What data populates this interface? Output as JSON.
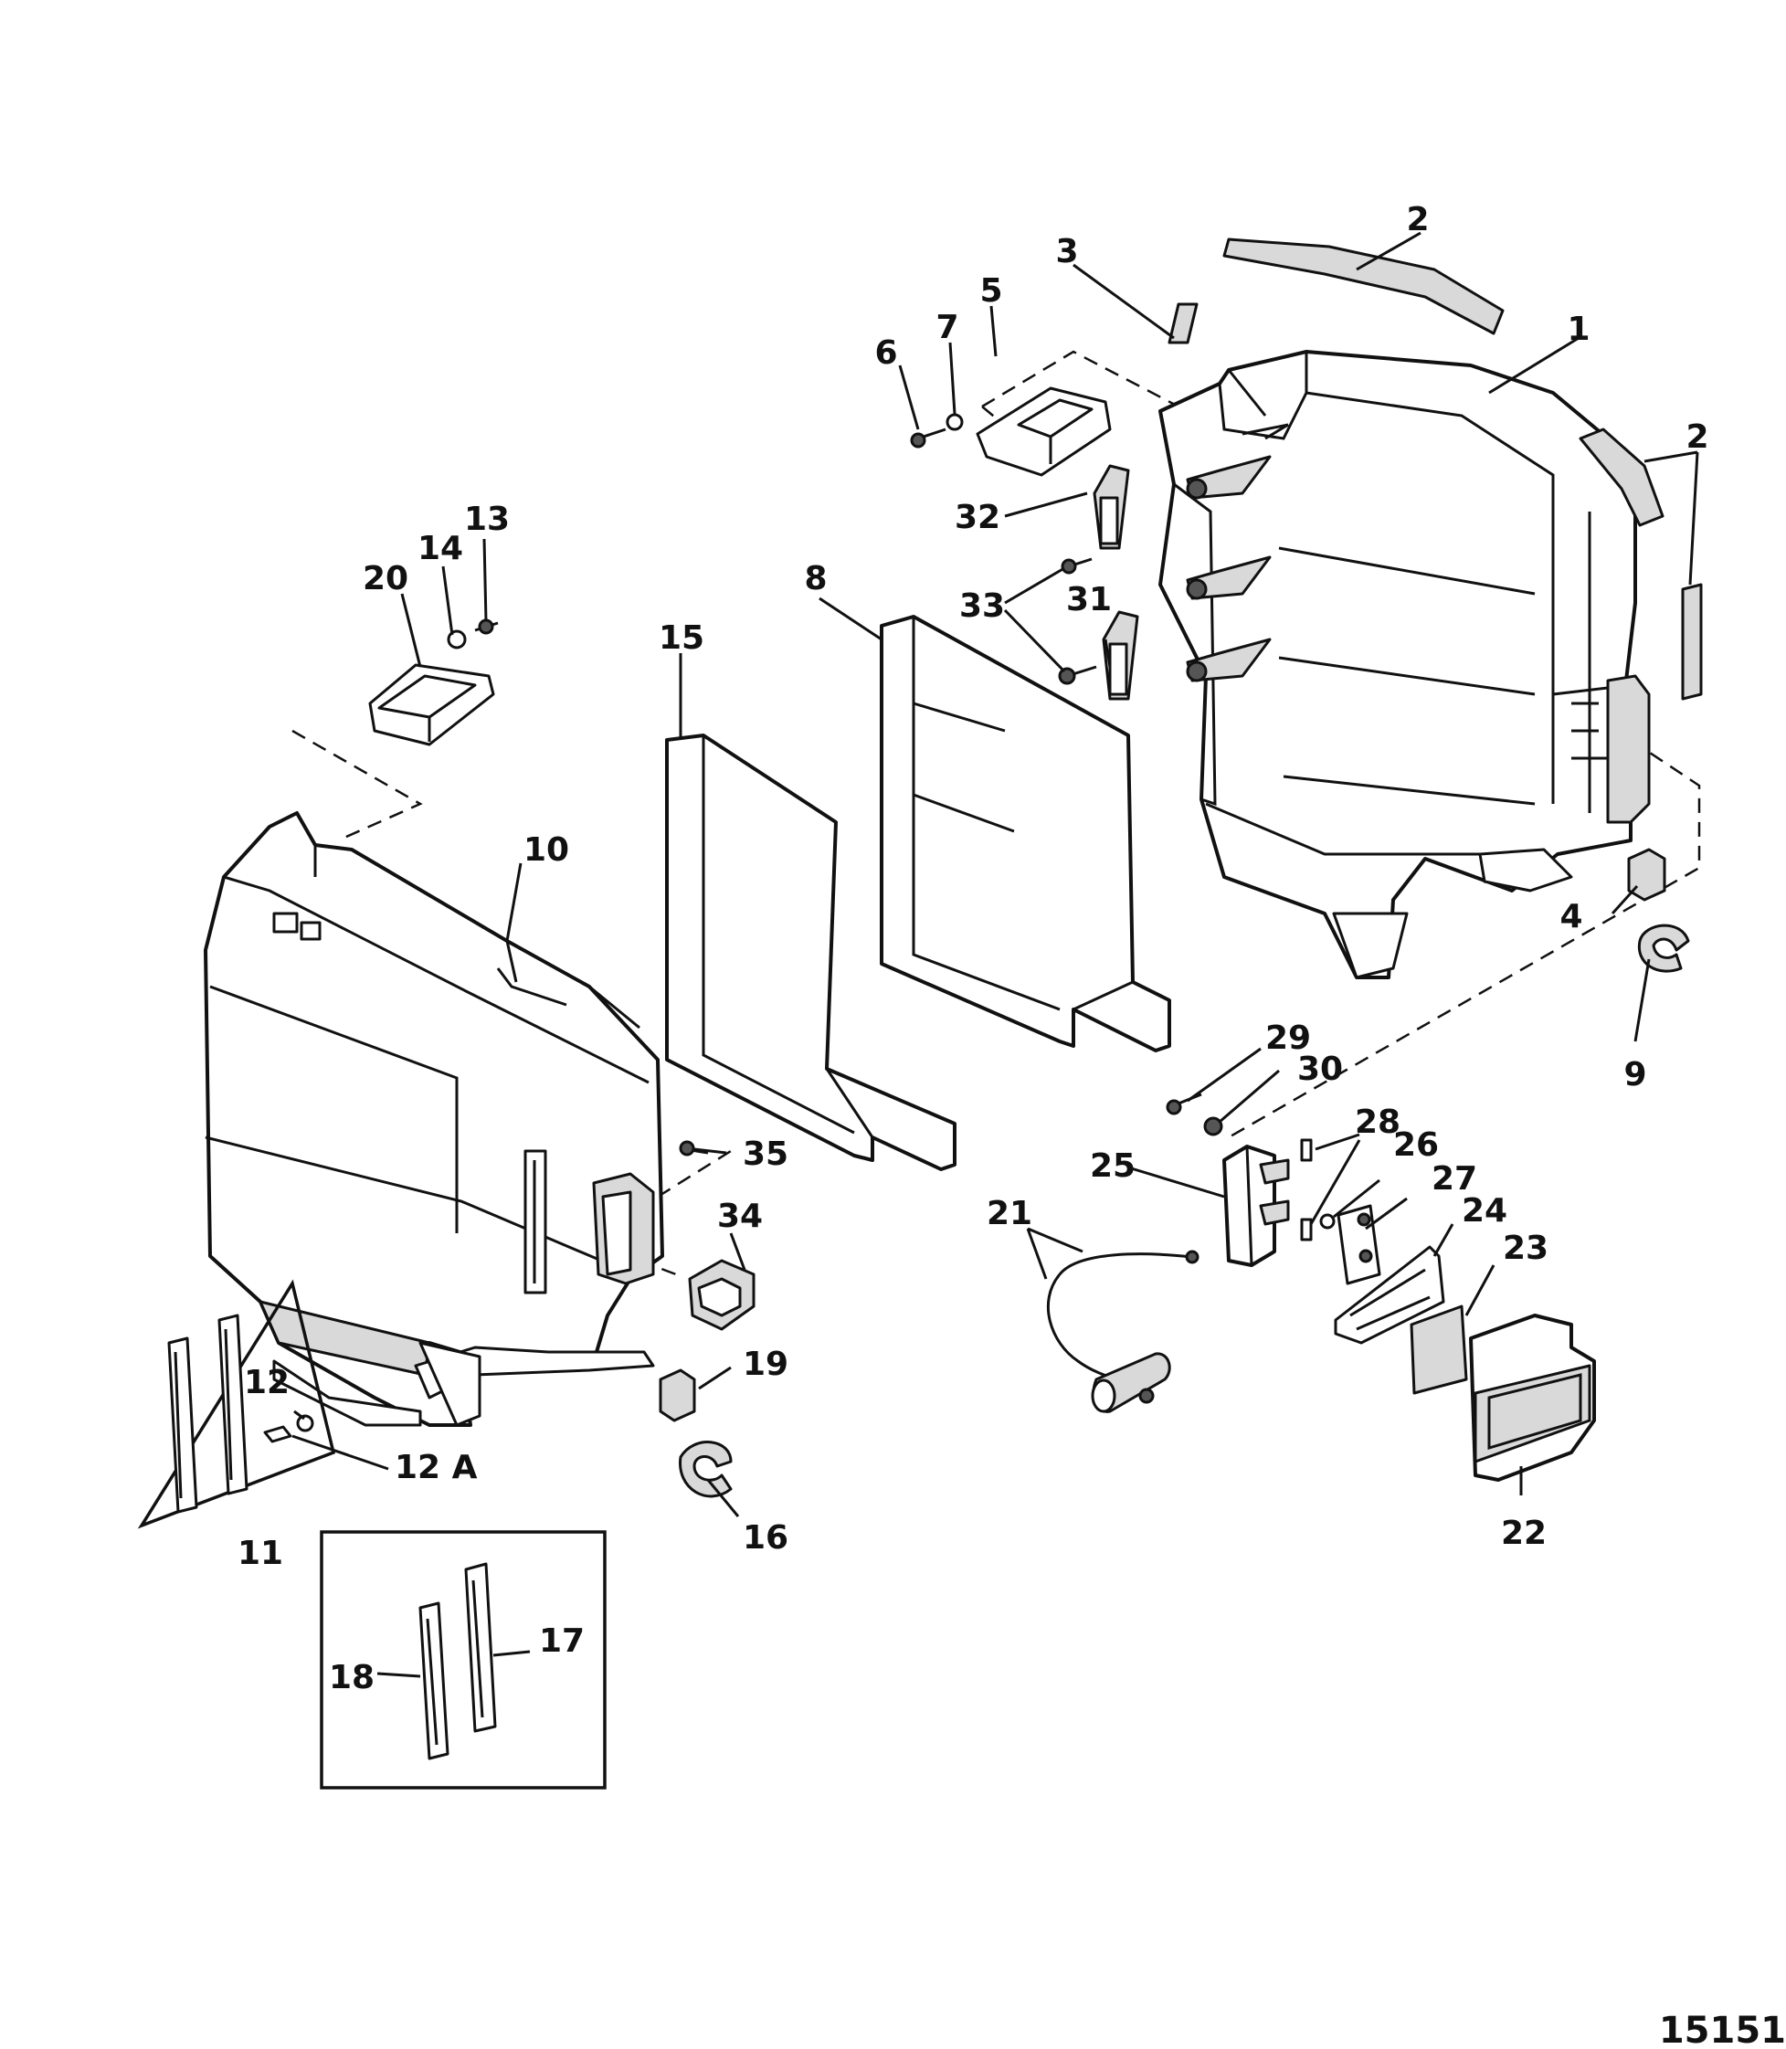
{
  "figure_number": "15151",
  "callouts": [
    {
      "id": "c1",
      "label": "1"
    },
    {
      "id": "c2a",
      "label": "2"
    },
    {
      "id": "c2b",
      "label": "2"
    },
    {
      "id": "c3",
      "label": "3"
    },
    {
      "id": "c4",
      "label": "4"
    },
    {
      "id": "c5",
      "label": "5"
    },
    {
      "id": "c6",
      "label": "6"
    },
    {
      "id": "c7",
      "label": "7"
    },
    {
      "id": "c8",
      "label": "8"
    },
    {
      "id": "c9",
      "label": "9"
    },
    {
      "id": "c10",
      "label": "10"
    },
    {
      "id": "c11",
      "label": "11"
    },
    {
      "id": "c12",
      "label": "12"
    },
    {
      "id": "c12a",
      "label": "12 A"
    },
    {
      "id": "c13",
      "label": "13"
    },
    {
      "id": "c14",
      "label": "14"
    },
    {
      "id": "c15",
      "label": "15"
    },
    {
      "id": "c16",
      "label": "16"
    },
    {
      "id": "c17",
      "label": "17"
    },
    {
      "id": "c18",
      "label": "18"
    },
    {
      "id": "c19",
      "label": "19"
    },
    {
      "id": "c20",
      "label": "20"
    },
    {
      "id": "c21",
      "label": "21"
    },
    {
      "id": "c22",
      "label": "22"
    },
    {
      "id": "c23",
      "label": "23"
    },
    {
      "id": "c24",
      "label": "24"
    },
    {
      "id": "c25",
      "label": "25"
    },
    {
      "id": "c26",
      "label": "26"
    },
    {
      "id": "c27",
      "label": "27"
    },
    {
      "id": "c28",
      "label": "28"
    },
    {
      "id": "c29",
      "label": "29"
    },
    {
      "id": "c30",
      "label": "30"
    },
    {
      "id": "c31",
      "label": "31"
    },
    {
      "id": "c32",
      "label": "32"
    },
    {
      "id": "c33",
      "label": "33"
    },
    {
      "id": "c34",
      "label": "34"
    },
    {
      "id": "c35",
      "label": "35"
    }
  ]
}
